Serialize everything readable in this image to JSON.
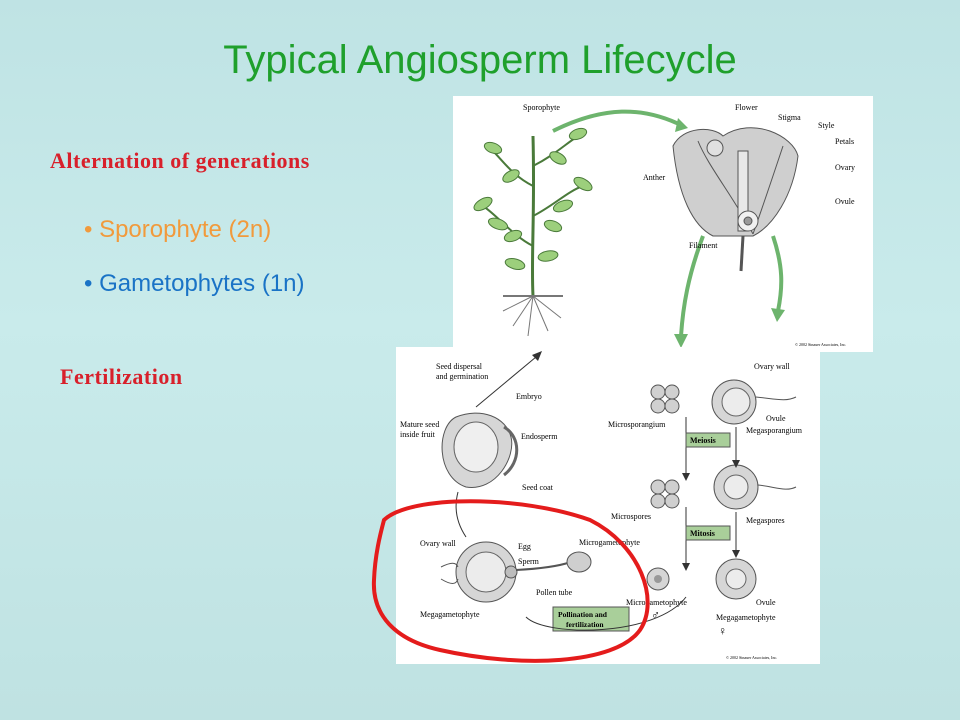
{
  "slide": {
    "title": "Typical Angiosperm Lifecycle",
    "heading_alternation": "Alternation of generations",
    "bullets": [
      {
        "text": "Sporophyte (2n)",
        "color": "#f19a3c"
      },
      {
        "text": "Gametophytes (1n)",
        "color": "#1a73c6"
      }
    ],
    "heading_fertilization": "Fertilization"
  },
  "colors": {
    "title": "#1fa02c",
    "heading": "#d8202b",
    "highlight_circle": "#e41c1c",
    "box_fill": "#a9cf9a",
    "arrow_green": "#6db46d"
  },
  "top_figure": {
    "labels": {
      "sporophyte": "Sporophyte",
      "flower": "Flower",
      "stigma": "Stigma",
      "style": "Style",
      "petals": "Petals",
      "anther": "Anther",
      "ovary": "Ovary",
      "ovule": "Ovule",
      "filament": "Filament",
      "copyright": "© 2002 Sinauer Associates, Inc."
    }
  },
  "bottom_figure": {
    "labels": {
      "seed_dispersal_1": "Seed dispersal",
      "seed_dispersal_2": "and germination",
      "embryo": "Embryo",
      "mature_seed_1": "Mature seed",
      "mature_seed_2": "inside fruit",
      "endosperm": "Endosperm",
      "seed_coat": "Seed coat",
      "ovary_wall_top": "Ovary wall",
      "microsporangium": "Microsporangium",
      "ovule": "Ovule",
      "megasporangium": "Megasporangium",
      "meiosis": "Meiosis",
      "microspores": "Microspores",
      "megaspores": "Megaspores",
      "mitosis": "Mitosis",
      "ovary_wall_left": "Ovary wall",
      "egg": "Egg",
      "sperm": "Sperm",
      "microgametophyte_top": "Microgametophyte",
      "pollen_tube": "Pollen tube",
      "megagametophyte_left": "Megagametophyte",
      "pollination_1": "Pollination and",
      "pollination_2": "fertilization",
      "microgametophyte_bottom": "Microgametophyte",
      "ovule_bottom": "Ovule",
      "megagametophyte_bottom": "Megagametophyte",
      "male_symbol": "♂",
      "female_symbol": "♀",
      "copyright": "© 2002 Sinauer Associates, Inc."
    }
  }
}
